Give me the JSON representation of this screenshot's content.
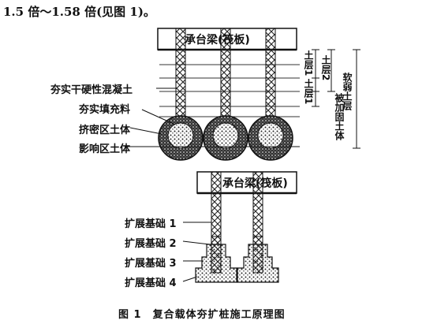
{
  "intro_text": "1.5 倍～1.58 倍(见图 1)。",
  "top_diagram": {
    "cap_label": "承台梁(筏板)",
    "left_labels": [
      "夯实干硬性混凝土",
      "夯实填充料",
      "挤密区土体",
      "影响区土体"
    ],
    "right_labels": {
      "layer1_top": "土层1",
      "layer2": "土层2",
      "layer1_bottom": "土层1",
      "reinforced": "被加固土体",
      "soft_layer": "软弱土层"
    }
  },
  "bottom_diagram": {
    "cap_label": "承台梁(筏板)",
    "expansion_labels": [
      "扩展基础 1",
      "扩展基础 2",
      "扩展基础 3",
      "扩展基础 4"
    ]
  },
  "caption": "图 1　复合载体夯扩桩施工原理图"
}
